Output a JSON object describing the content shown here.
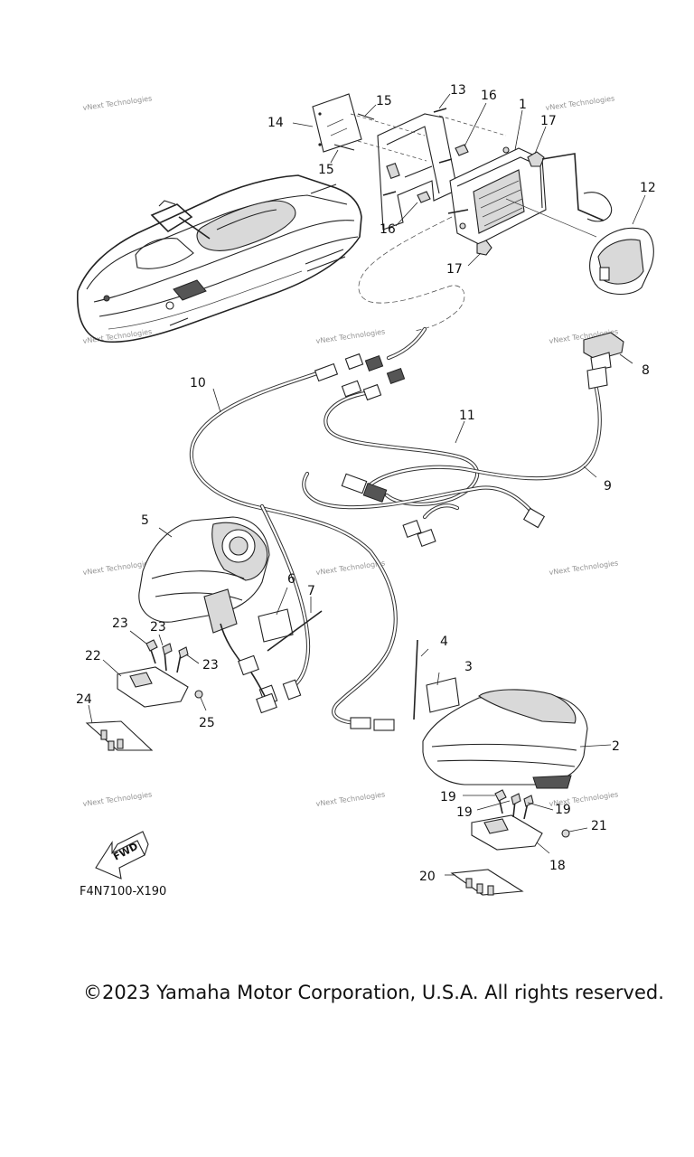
{
  "diagram": {
    "callouts": [
      "1",
      "2",
      "3",
      "4",
      "5",
      "6",
      "7",
      "8",
      "9",
      "10",
      "11",
      "12",
      "13",
      "14",
      "15",
      "15",
      "16",
      "16",
      "17",
      "17",
      "19",
      "19",
      "19",
      "20",
      "21",
      "18",
      "22",
      "23",
      "23",
      "23",
      "24",
      "25"
    ],
    "watermark": "vNext Technologies",
    "fwd_label": "FWD",
    "figure_code": "F4N7100-X190"
  },
  "footer": {
    "copyright": "©2023 Yamaha Motor Corporation, U.S.A. All rights reserved."
  }
}
